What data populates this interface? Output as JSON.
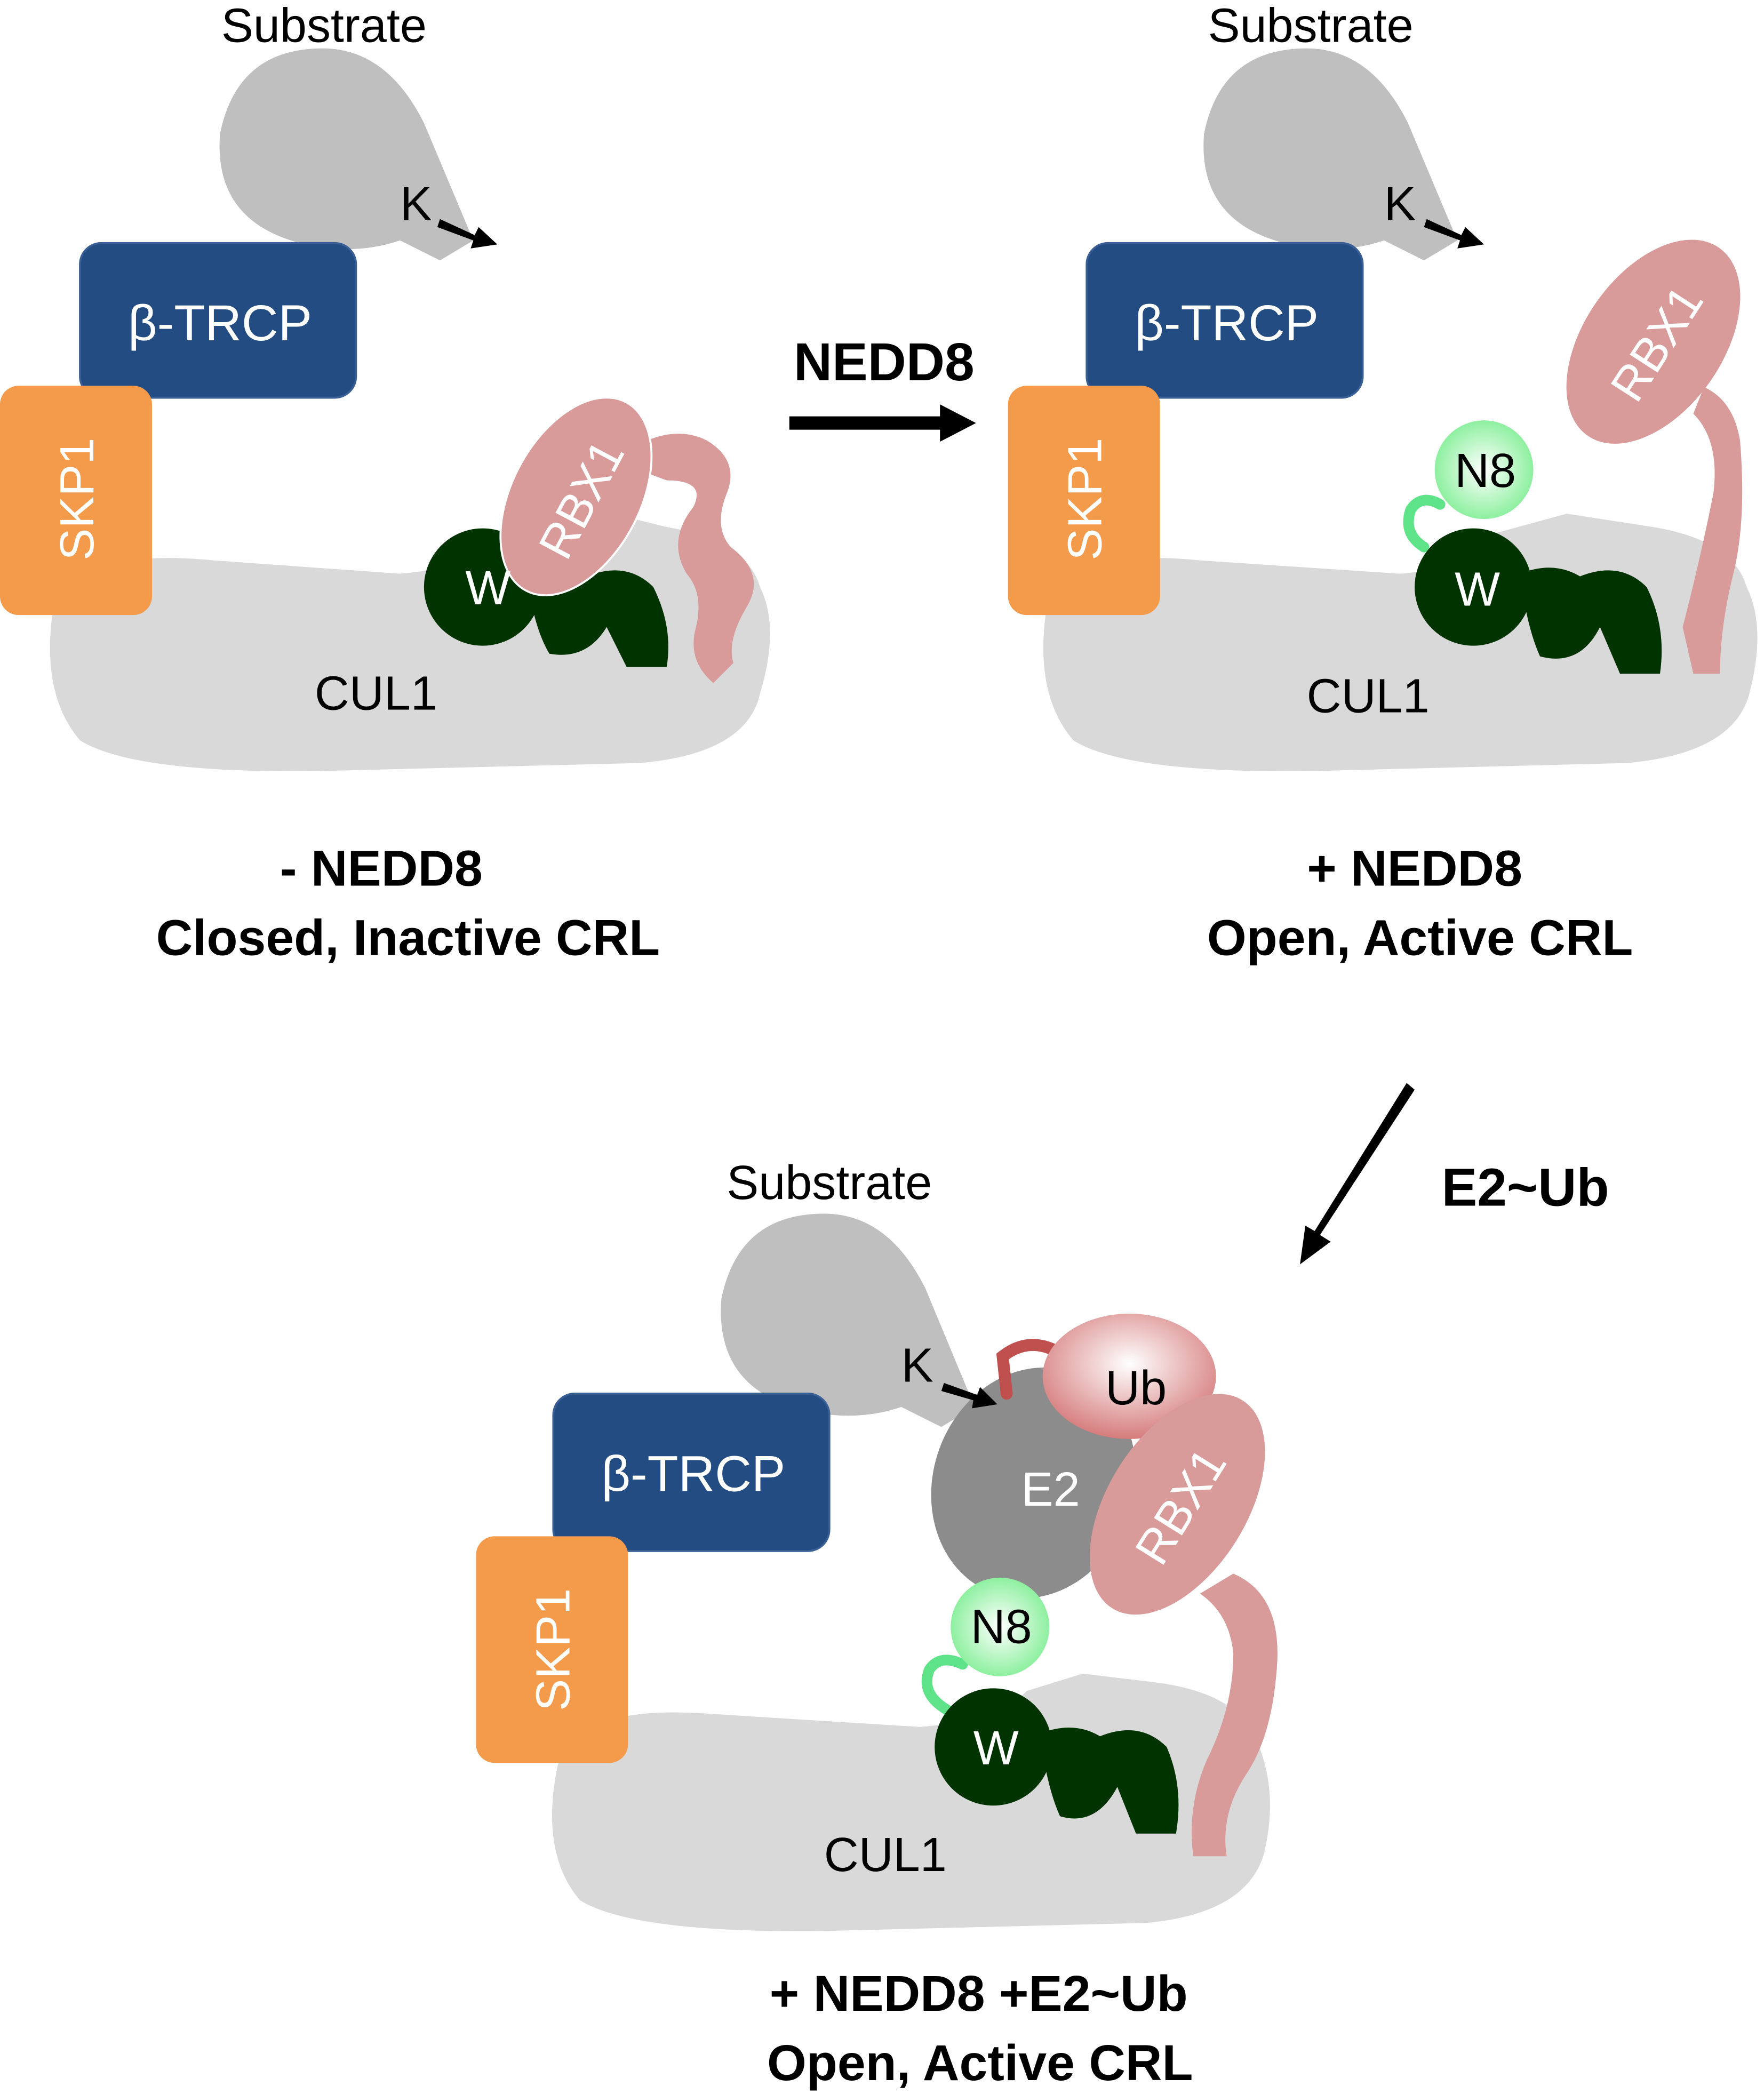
{
  "colors": {
    "substrate": "#bfbfbf",
    "cul1": "#d9d9d9",
    "btrcp": "#234c83",
    "skp1": "#f49a4b",
    "rbx1": "#d99a9a",
    "wh": "#003300",
    "n8": "#9ef5a9",
    "n8_linker": "#5fe389",
    "e2": "#8c8c8c",
    "ub": "#d98a8a",
    "ub_linker": "#c0504d",
    "arrow": "#000000"
  },
  "labels": {
    "substrate": "Substrate",
    "lysine": "K",
    "btrcp": "β-TRCP",
    "skp1": "SKP1",
    "rbx1": "RBX1",
    "cul1": "CUL1",
    "wh": "W",
    "n8": "N8",
    "e2": "E2",
    "ub": "Ub"
  },
  "transitions": {
    "nedd8": "NEDD8",
    "e2ub": "E2~Ub"
  },
  "captions": {
    "panel1": {
      "line1": "- NEDD8",
      "line2": "Closed, Inactive CRL"
    },
    "panel2": {
      "line1": "+ NEDD8",
      "line2": "Open, Active CRL"
    },
    "panel3": {
      "line1": "+ NEDD8 +E2~Ub",
      "line2": "Open, Active CRL"
    }
  }
}
